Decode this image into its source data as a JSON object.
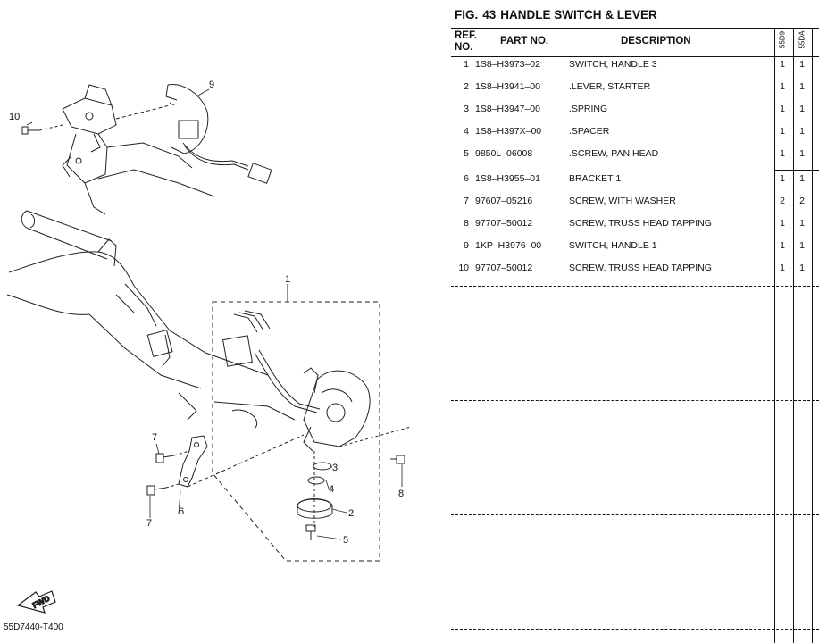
{
  "figure": {
    "label": "FIG.",
    "number": "43",
    "title": "HANDLE SWITCH & LEVER"
  },
  "columns": {
    "ref_line1": "REF.",
    "ref_line2": "NO.",
    "part_no": "PART NO.",
    "description": "DESCRIPTION",
    "model1": "55D9",
    "model2": "55DA"
  },
  "rows": [
    {
      "ref": "1",
      "part": "1S8–H3973–02",
      "desc": "SWITCH, HANDLE 3",
      "q1": "1",
      "q2": "1"
    },
    {
      "ref": "2",
      "part": "1S8–H3941–00",
      "desc": ".LEVER, STARTER",
      "q1": "1",
      "q2": "1"
    },
    {
      "ref": "3",
      "part": "1S8–H3947–00",
      "desc": ".SPRING",
      "q1": "1",
      "q2": "1"
    },
    {
      "ref": "4",
      "part": "1S8–H397X–00",
      "desc": ".SPACER",
      "q1": "1",
      "q2": "1"
    },
    {
      "ref": "5",
      "part": "9850L–06008",
      "desc": ".SCREW, PAN HEAD",
      "q1": "1",
      "q2": "1"
    },
    {
      "ref": "6",
      "part": "1S8–H3955–01",
      "desc": "BRACKET 1",
      "q1": "1",
      "q2": "1"
    },
    {
      "ref": "7",
      "part": "97607–05216",
      "desc": "SCREW, WITH WASHER",
      "q1": "2",
      "q2": "2"
    },
    {
      "ref": "8",
      "part": "97707–50012",
      "desc": "SCREW, TRUSS HEAD TAPPING",
      "q1": "1",
      "q2": "1"
    },
    {
      "ref": "9",
      "part": "1KP–H3976–00",
      "desc": "SWITCH, HANDLE 1",
      "q1": "1",
      "q2": "1"
    },
    {
      "ref": "10",
      "part": "97707–50012",
      "desc": "SCREW, TRUSS HEAD TAPPING",
      "q1": "1",
      "q2": "1"
    }
  ],
  "diagram": {
    "callouts": [
      "1",
      "2",
      "3",
      "4",
      "5",
      "6",
      "7",
      "7",
      "8",
      "9",
      "10"
    ],
    "fwd_label": "FWD",
    "code": "55D7440-T400"
  }
}
